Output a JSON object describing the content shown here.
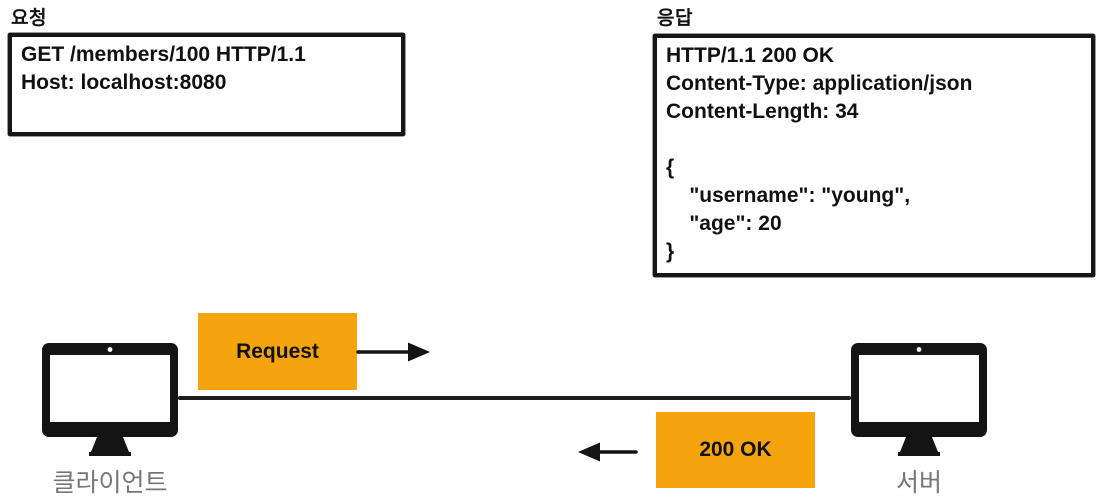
{
  "request": {
    "title": "요청",
    "lines": [
      "GET /members/100 HTTP/1.1",
      "Host: localhost:8080"
    ]
  },
  "response": {
    "title": "응답",
    "lines": [
      "HTTP/1.1 200 OK",
      "Content-Type: application/json",
      "Content-Length: 34",
      "",
      "{",
      "    \"username\": \"young\",",
      "    \"age\": 20",
      "}"
    ]
  },
  "flow": {
    "request_label": "Request",
    "response_label": "200 OK",
    "client_label": "클라이언트",
    "server_label": "서버"
  },
  "colors": {
    "accent_orange": "#F6A40D",
    "ink": "#161616",
    "label_gray": "#777777"
  }
}
